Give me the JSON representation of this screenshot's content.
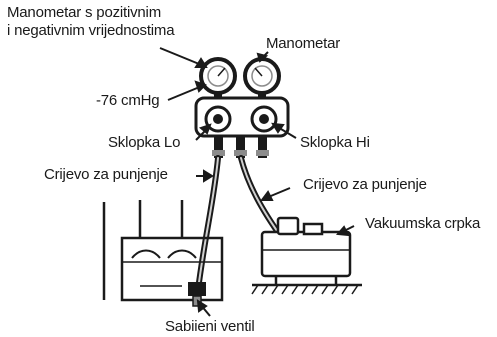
{
  "labels": {
    "gauge_pos_neg_line1": "Manometar s pozitivnim",
    "gauge_pos_neg_line2": "i negativnim vrijednostima",
    "gauge": "Manometar",
    "vacuum_reading": "-76 cmHg",
    "switch_lo": "Sklopka Lo",
    "switch_hi": "Sklopka Hi",
    "hose_left": "Crijevo za punjenje",
    "hose_right": "Crijevo za punjenje",
    "vacuum_pump": "Vakuumska crpka",
    "valve": "Sabiieni ventil"
  },
  "colors": {
    "ink": "#1a1a1a",
    "gray": "#8c8c8c",
    "light_gray": "#cfcfcf"
  }
}
